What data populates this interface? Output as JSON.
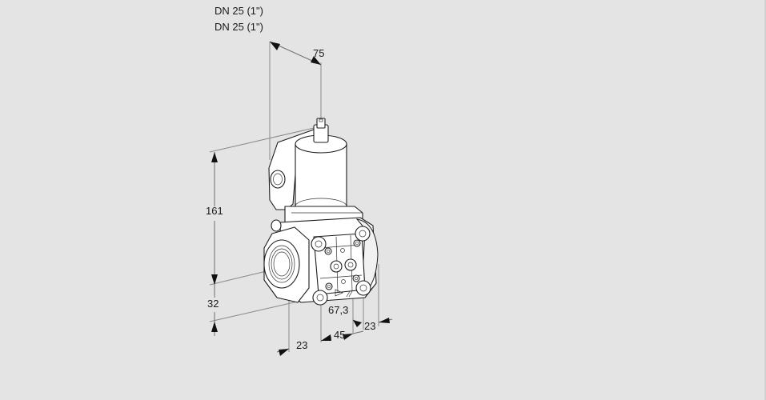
{
  "drawing": {
    "title_lines": [
      "DN 25 (1\")",
      "DN 25 (1\")"
    ],
    "subject": "solenoid gas valve, isometric dimension drawing",
    "dimensions": {
      "top_width": "75",
      "height_upper": "161",
      "height_lower": "32",
      "inlet_offset": "23",
      "body_length": "45",
      "side_depth": "67,3",
      "side_offset": "23"
    },
    "symbols": {
      "flow_arrow": "triangle-right",
      "adjust_mark": "double-slash"
    },
    "colors": {
      "background": "#e4e4e4",
      "line": "#1c1c1c",
      "dimension_line": "#6e6e6e",
      "fill": "#ffffff"
    }
  }
}
